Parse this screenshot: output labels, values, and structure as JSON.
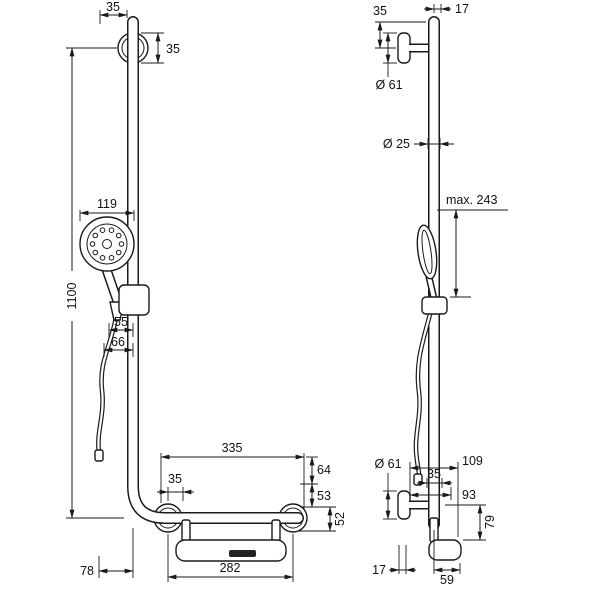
{
  "colors": {
    "background": "#ffffff",
    "line": "#1a1a1a"
  },
  "drawing": {
    "views": {
      "front": {
        "dims": {
          "top_offset": "35",
          "top_bracket_drop": "35",
          "handshower_diameter": "119",
          "rail_height": "1100",
          "hose_offset_inner": "55",
          "hose_offset_outer": "66",
          "horizontal_bar_length": "335",
          "drop_to_hook": "64",
          "drop_to_bar": "53",
          "rosette_inset": "35",
          "drop_below_bar": "52",
          "corner_offset": "78",
          "rosette_spacing": "282"
        }
      },
      "side": {
        "dims": {
          "top_drop": "35",
          "top_wall_offset": "17",
          "top_flange_diameter": "Ø 61",
          "rail_diameter": "Ø 25",
          "max_extension": "max. 243",
          "bottom_flange_diameter": "Ø 61",
          "total_projection": "109",
          "rail_width": "35",
          "bar_projection": "93",
          "bracket_height": "79",
          "bottom_wall_offset": "17",
          "shelf_projection": "59"
        }
      }
    }
  }
}
